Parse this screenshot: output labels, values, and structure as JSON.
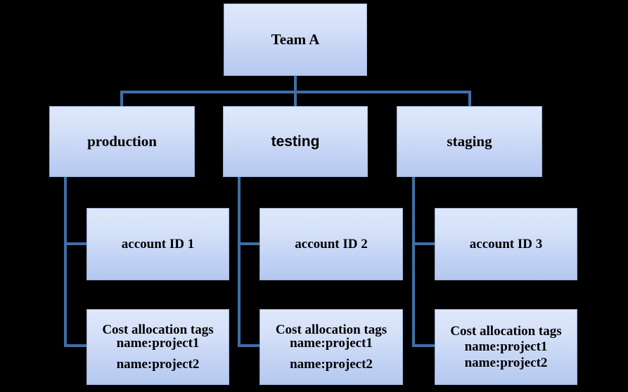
{
  "diagram": {
    "type": "hierarchy-tree",
    "background_color": "#000000",
    "node_fill_top": "#dfe8fa",
    "node_fill_bottom": "#b4c8ef",
    "node_border_color": "#9ab0d8",
    "connector_color": "#3f6fa6",
    "text_color": "#000000",
    "root": {
      "id": "team-a",
      "label": "Team A"
    },
    "environments": [
      {
        "id": "production",
        "label": "production"
      },
      {
        "id": "testing",
        "label": "testing"
      },
      {
        "id": "staging",
        "label": "staging"
      }
    ],
    "accounts": [
      {
        "id": "account-1",
        "label": "account ID 1"
      },
      {
        "id": "account-2",
        "label": "account ID 2"
      },
      {
        "id": "account-3",
        "label": "account ID 3"
      }
    ],
    "tag_groups": [
      {
        "id": "tags-1",
        "title": "Cost allocation tags",
        "tags": [
          "name:project1",
          "name:project2"
        ]
      },
      {
        "id": "tags-2",
        "title": "Cost allocation tags",
        "tags": [
          "name:project1",
          "name:project2"
        ]
      },
      {
        "id": "tags-3",
        "title": "Cost allocation tags",
        "tags": [
          "name:project1",
          "name:project2"
        ]
      }
    ]
  }
}
